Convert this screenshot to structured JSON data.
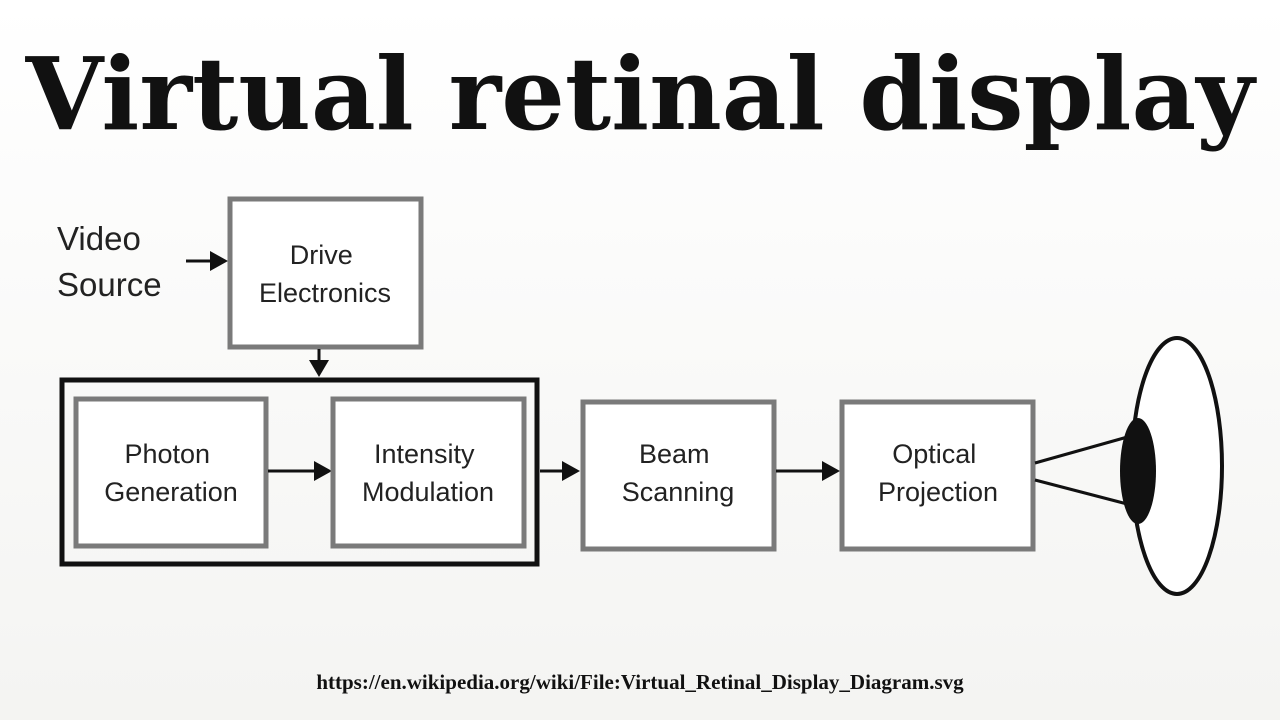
{
  "title": "Virtual retinal display",
  "diagram": {
    "source_label": [
      "Video",
      "Source"
    ],
    "blocks": {
      "drive_electronics": [
        "Drive",
        "Electronics"
      ],
      "photon_generation": [
        "Photon",
        "Generation"
      ],
      "intensity_modulation": [
        "Intensity",
        "Modulation"
      ],
      "beam_scanning": [
        "Beam",
        "Scanning"
      ],
      "optical_projection": [
        "Optical",
        "Projection"
      ]
    }
  },
  "caption": "https://en.wikipedia.org/wiki/File:Virtual_Retinal_Display_Diagram.svg",
  "colors": {
    "box_border": "#7a7a7a",
    "group_border": "#111111",
    "text": "#222222"
  }
}
